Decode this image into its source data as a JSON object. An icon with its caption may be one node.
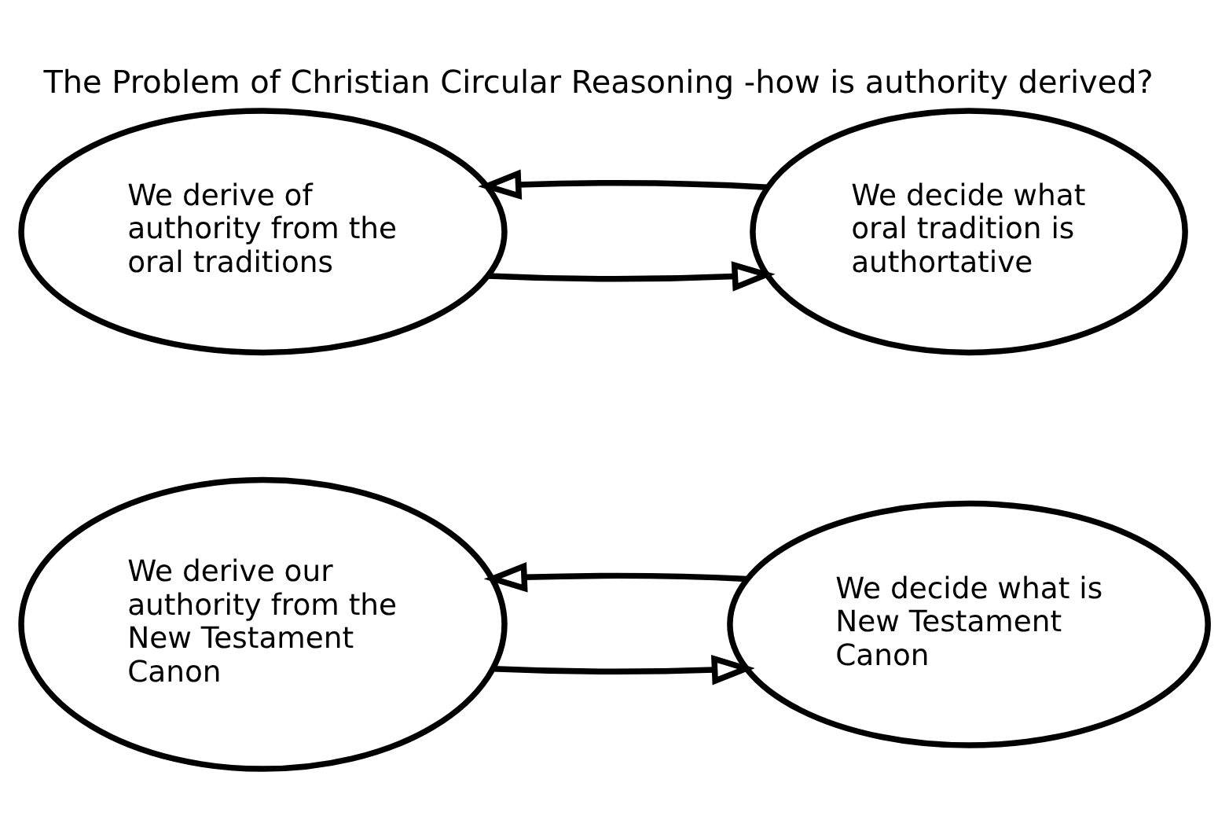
{
  "diagram": {
    "title": "The Problem of Christian Circular Reasoning -how is authority derived?",
    "nodes": [
      {
        "text": [
          "We derive our authority from the New Testament Canon"
        ]
      },
      {
        "text": [
          "We decide what is New Testament Canon"
        ]
      },
      {
        "text": [
          "We derive of authority from the oral traditions"
        ]
      },
      {
        "text": [
          "We decide what oral tradition is authortative"
        ]
      }
    ],
    "edges": [
      {
        "from": 0,
        "to": 1,
        "arrow": "to"
      },
      {
        "from": 1,
        "to": 0,
        "arrow": "to"
      },
      {
        "from": 2,
        "to": 3,
        "arrow": "to"
      },
      {
        "from": 3,
        "to": 2,
        "arrow": "to"
      }
    ]
  }
}
